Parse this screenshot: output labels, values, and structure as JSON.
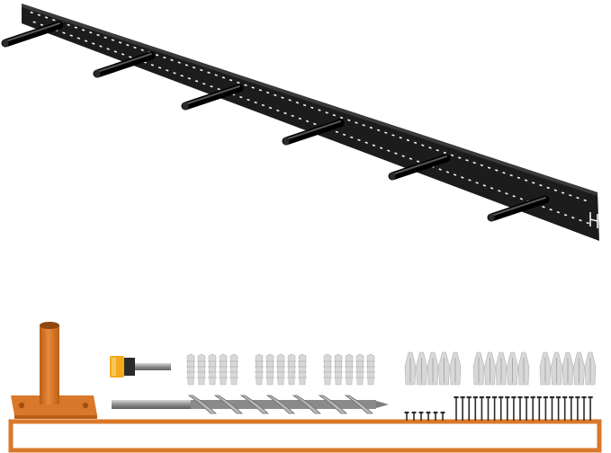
{
  "product": {
    "rod_count": 6,
    "colors": {
      "bracket": "#1c1c1c",
      "slot": "#f2f2f2",
      "jig": "#d9782a",
      "jig_shadow": "#b85f17",
      "anchor": "#d8d8d8",
      "screw": "#2a2a2a",
      "bit": "#9a9a9a",
      "router_bit": "#f2a91a"
    }
  },
  "accessories": {
    "small_anchor_groups": 3,
    "small_anchors_per_group": 5,
    "expansion_anchor_groups": 3,
    "expansion_anchors_per_group": 5,
    "long_screws": 22,
    "short_screws": 6
  }
}
